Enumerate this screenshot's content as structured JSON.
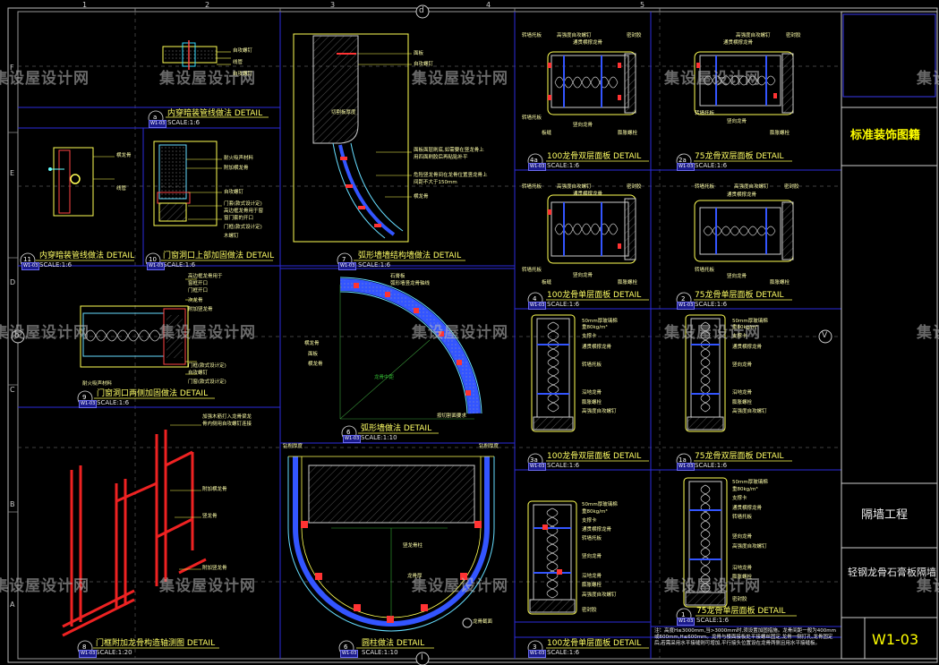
{
  "sheet": {
    "top_marks": [
      "1",
      "2",
      "3",
      "4",
      "5"
    ],
    "top_axis": "d",
    "side_marks": [
      "F",
      "E",
      "D",
      "C",
      "B",
      "A"
    ],
    "left_axis": "b",
    "right_axis": "V",
    "bottom_axis": "I",
    "watermark": "集设屋设计网"
  },
  "title_block": {
    "main_title": "标准装饰图籍",
    "section": "隔墙工程",
    "subtitle": "轻钢龙骨石膏板隔墙",
    "drawing_no": "W1-03"
  },
  "details": [
    {
      "num": "a",
      "title": "内穿暗装管线做法  DETAIL",
      "scale": "SCALE:1:6"
    },
    {
      "num": "11",
      "title": "内穿暗装管线做法 DETAIL",
      "scale": "SCALE:1:6"
    },
    {
      "num": "10",
      "title": "门窗洞口上部加固做法  DETAIL",
      "scale": "SCALE:1:6"
    },
    {
      "num": "7",
      "title": "弧形墙墙结构墙做法   DETAIL",
      "scale": "SCALE:1:6"
    },
    {
      "num": "9",
      "title": "门窗洞口两侧加固做法   DETAIL",
      "scale": "SCALE:1:6"
    },
    {
      "num": "6",
      "title": "弧形墙做法    DETAIL",
      "scale": "SCALE:1:10"
    },
    {
      "num": "8",
      "title": "门框附加龙骨构造轴测图  DETAIL",
      "scale": "SCALE:1:20"
    },
    {
      "num": "6",
      "title": "圆柱做法    DETAIL",
      "scale": "SCALE:1:10"
    },
    {
      "num": "4a",
      "title": "100龙骨双层面板   DETAIL",
      "scale": "SCALE:1:6"
    },
    {
      "num": "2a",
      "title": "75龙骨双层面板   DETAIL",
      "scale": "SCALE:1:6"
    },
    {
      "num": "4",
      "title": "100龙骨单层面板   DETAIL",
      "scale": "SCALE:1:6"
    },
    {
      "num": "2",
      "title": "75龙骨单层面板   DETAIL",
      "scale": "SCALE:1:6"
    },
    {
      "num": "3a",
      "title": "100龙骨双层面板   DETAIL",
      "scale": "SCALE:1:6"
    },
    {
      "num": "1a",
      "title": "75龙骨双层面板   DETAIL",
      "scale": "SCALE:1:6"
    },
    {
      "num": "3",
      "title": "100龙骨单层面板   DETAIL",
      "scale": "SCALE:1:6"
    },
    {
      "num": "1",
      "title": "75龙骨单层面板   DETAIL",
      "scale": "SCALE:1:6"
    }
  ],
  "sheet_tag": "W1-03",
  "annotations": {
    "a": [
      "自攻螺钉",
      "线管",
      "自攻螺钉"
    ],
    "d11": [
      "横龙骨",
      "线管"
    ],
    "d10": [
      "耐火吸声材料",
      "附加横龙骨",
      "自攻螺钉",
      "门套(款式设计定)",
      "高边框龙骨用于窗",
      "窗门套的开口",
      "门框(款式设计定)",
      "木螺钉"
    ],
    "d7": [
      "面板",
      "自攻螺钉",
      "切割板厚度",
      "面板面层刷底,如需要在竖龙骨上",
      "用四面刷胶后再粘贴补平",
      "危险竖龙骨间在龙骨位置竖龙骨上",
      "间距不大于150mm",
      "横龙骨"
    ],
    "d9": [
      "高边框龙骨用于",
      "窗框开口",
      "门框开口",
      "次龙骨",
      "附加竖龙骨",
      "自攻螺钉",
      "门框(款式设计定)",
      "门窗(款式设计定)",
      "耐火吸声材料"
    ],
    "d6": [
      "横龙骨",
      "面板",
      "横龙骨",
      "石膏板",
      "弧形墙竖龙骨轴线",
      "龙骨中距",
      "按切割面要求"
    ],
    "d8": [
      "加强木筋打入龙骨梁龙",
      "骨内侧用自攻螺钉连接",
      "附加横龙骨",
      "竖龙骨",
      "附加竖龙骨"
    ],
    "d6b": [
      "钻削厚度",
      "钻削厚度",
      "竖龙骨柱",
      "龙骨厚",
      "龙骨截面"
    ],
    "d4a": [
      "转墙托板",
      "高强度自攻螺钉",
      "通贯横撑龙骨",
      "密封胶",
      "转墙托板",
      "竖向龙骨",
      "膨胀螺栓",
      "板缝"
    ],
    "d2a": [
      "高强度自攻螺钉",
      "密封胶",
      "通贯横撑龙骨",
      "转墙托板",
      "竖向龙骨",
      "膨胀螺栓"
    ],
    "d4": [
      "转墙托板",
      "高强度自攻螺钉",
      "通贯横撑龙骨",
      "密封胶",
      "转墙托板",
      "竖向龙骨",
      "膨胀螺栓",
      "板缝"
    ],
    "d2": [
      "高强度自攻螺钉",
      "转墙托板",
      "通贯横撑龙骨",
      "密封胶",
      "转墙托板",
      "竖向龙骨",
      "膨胀螺栓"
    ],
    "d3a": [
      "50mm厚玻璃棉",
      "重80kg/m³",
      "支撑卡",
      "通贯横撑龙骨",
      "转墙托板",
      "沿地龙骨",
      "膨胀螺栓",
      "高强度自攻螺钉"
    ],
    "d1a": [
      "50mm厚玻璃棉",
      "重80kg/m³",
      "支撑卡",
      "通贯横撑龙骨",
      "竖向龙骨",
      "沿地龙骨",
      "膨胀螺栓",
      "高强度自攻螺钉"
    ],
    "d3": [
      "50mm厚玻璃棉",
      "重80kg/m³",
      "支撑卡",
      "通贯横撑龙骨",
      "转墙托板",
      "竖向龙骨",
      "沿地龙骨",
      "膨胀螺栓",
      "高强度自攻螺钉",
      "密封胶"
    ],
    "d1": [
      "50mm厚玻璃棉",
      "重80kg/m³",
      "支撑卡",
      "通贯横撑龙骨",
      "转墙托板",
      "竖向龙骨",
      "高强度自攻螺钉",
      "沿地龙骨",
      "膨胀螺栓",
      "密封胶"
    ]
  },
  "note_text": "注：高度H≤3000mm,当>3000mm时,须设置加固措施。龙骨间距一般为400mm或600mm,H≤600mm。龙骨与楼面接板处平接螺丝固定,龙骨一侧打孔,龙骨固定后,若需采用水平接缝则可增加,平行接头位置设在龙骨两侧且用水平接缝板。"
}
